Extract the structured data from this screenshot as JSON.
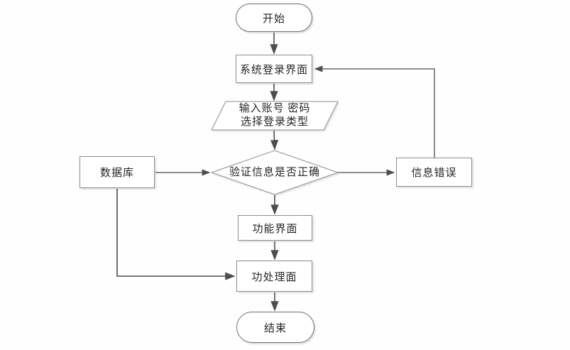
{
  "diagram": {
    "type": "flowchart",
    "nodes": {
      "start": {
        "label": "开始",
        "shape": "terminator"
      },
      "login": {
        "label": "系统登录界面",
        "shape": "process"
      },
      "input": {
        "line1": "输入账号 密码",
        "line2": "选择登录类型",
        "shape": "io-parallelogram"
      },
      "verify": {
        "label": "验证信息是否正确",
        "shape": "decision"
      },
      "database": {
        "label": "数据库",
        "shape": "process"
      },
      "error": {
        "label": "信息错误",
        "shape": "process"
      },
      "function": {
        "label": "功能界面",
        "shape": "process"
      },
      "process": {
        "label": "功处理面",
        "shape": "process"
      },
      "end": {
        "label": "结束",
        "shape": "terminator"
      }
    },
    "edges": [
      {
        "from": "start",
        "to": "login"
      },
      {
        "from": "login",
        "to": "input"
      },
      {
        "from": "input",
        "to": "verify"
      },
      {
        "from": "verify",
        "to": "function"
      },
      {
        "from": "function",
        "to": "process"
      },
      {
        "from": "process",
        "to": "end"
      },
      {
        "from": "database",
        "to": "verify"
      },
      {
        "from": "verify",
        "to": "error"
      },
      {
        "from": "error",
        "to": "login"
      },
      {
        "from": "database",
        "to": "process"
      }
    ],
    "colors": {
      "line": "#4d4d4d",
      "border": "#8c8c8c",
      "text": "#262626",
      "background": "#fefefe"
    }
  }
}
